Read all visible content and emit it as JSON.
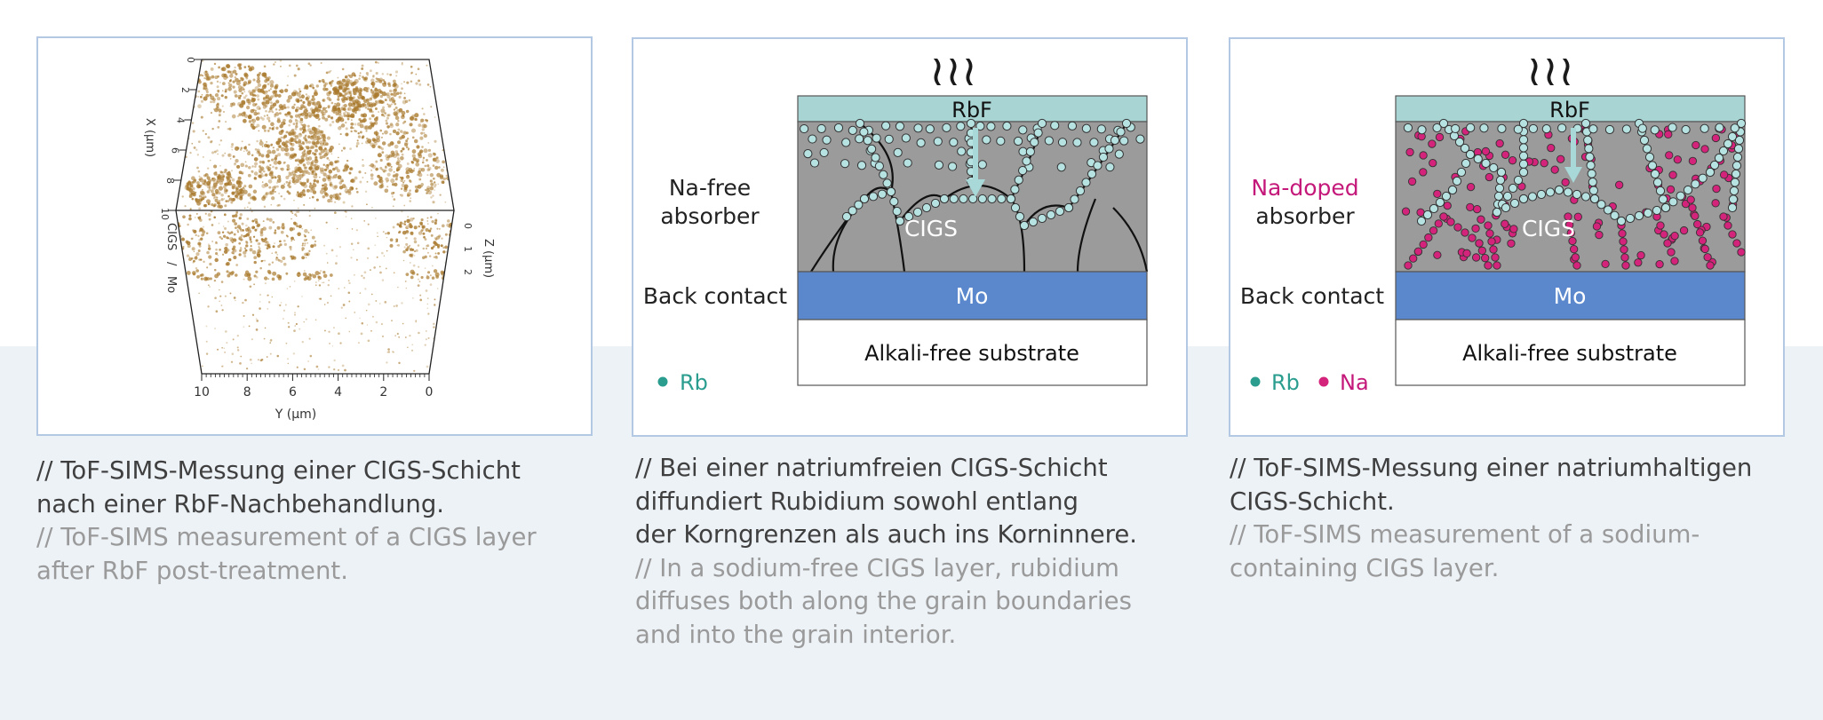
{
  "panel1": {
    "axis_x_label": "X (µm)",
    "axis_y_label": "Y (µm)",
    "axis_z_label": "Z (µm)",
    "x_ticks": [
      "0",
      "2",
      "4",
      "6",
      "8",
      "10"
    ],
    "y_ticks": [
      "10",
      "8",
      "6",
      "4",
      "2",
      "0"
    ],
    "z_ticks": [
      "0",
      "1",
      "2"
    ],
    "layer_cigs": "CIGS",
    "layer_separator": "/",
    "layer_mo": "Mo",
    "colors": {
      "rb_signal": "#a97a2e",
      "frame": "#b3c8e2"
    }
  },
  "panel2": {
    "heat_label": "≀≀≀",
    "rbf_label": "RbF",
    "absorber_line1": "Na-free",
    "absorber_line2": "absorber",
    "cigs_label": "CIGS",
    "back_contact_label": "Back contact",
    "mo_label": "Mo",
    "substrate_label": "Alkali-free substrate",
    "legend_rb": "Rb"
  },
  "panel3": {
    "heat_label": "≀≀≀",
    "rbf_label": "RbF",
    "absorber_line1": "Na-doped",
    "absorber_line2": "absorber",
    "cigs_label": "CIGS",
    "back_contact_label": "Back contact",
    "mo_label": "Mo",
    "substrate_label": "Alkali-free substrate",
    "legend_rb": "Rb",
    "legend_na": "Na"
  },
  "colors": {
    "rbf_layer": "#a8d4d4",
    "cigs_layer": "#9b9b9b",
    "mo_layer": "#5b88cc",
    "rb_dot": "#b7e2e2",
    "rb_legend": "#2a9d8f",
    "na_dot": "#d4237a",
    "na_text": "#c4197a",
    "arrow": "#a8d8d8"
  },
  "captions": {
    "c1": {
      "de": [
        "// ToF-SIMS-Messung einer CIGS-Schicht",
        "nach einer RbF-Nachbehandlung."
      ],
      "en": [
        "// ToF-SIMS measurement of a CIGS layer",
        "after RbF post-treatment."
      ]
    },
    "c2": {
      "de": [
        "// Bei einer natriumfreien CIGS-Schicht",
        "diffundiert Rubidium sowohl entlang",
        "der Korngrenzen als auch ins Korninnere."
      ],
      "en": [
        "// In a sodium-free CIGS layer, rubidium",
        "diffuses both along the grain boundaries",
        "and into the grain interior."
      ]
    },
    "c3": {
      "de": [
        "// ToF-SIMS-Messung einer natriumhaltigen",
        "CIGS-Schicht."
      ],
      "en": [
        "// ToF-SIMS measurement of a sodium-",
        "containing CIGS layer."
      ]
    }
  }
}
